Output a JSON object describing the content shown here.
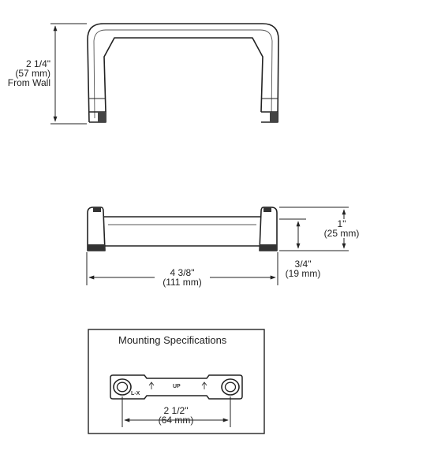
{
  "top_view": {
    "depth_line1": "2 1/4\"",
    "depth_line2": "(57 mm)",
    "depth_line3": "From Wall"
  },
  "front_view": {
    "width_line1": "4 3/8\"",
    "width_line2": "(111 mm)",
    "height_line1": "1\"",
    "height_line2": "(25 mm)",
    "inner_height_line1": "3/4\"",
    "inner_height_line2": "(19 mm)"
  },
  "mounting": {
    "title": "Mounting Specifications",
    "plate_label_left": "L-X",
    "plate_label_center": "UP",
    "spacing_line1": "2 1/2\"",
    "spacing_line2": "(64 mm)"
  }
}
